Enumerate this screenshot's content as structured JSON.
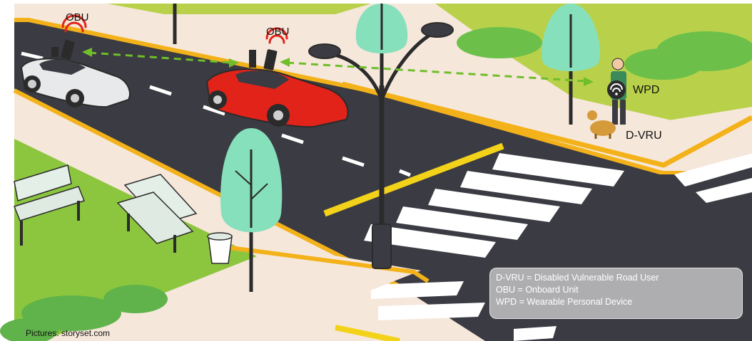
{
  "labels": {
    "obu_left": "OBU",
    "obu_center": "OBU",
    "wpd": "WPD",
    "dvru": "D-VRU"
  },
  "legend": [
    "D-VRU = Disabled Vulnerable Road User",
    "OBU = Onboard Unit",
    "WPD = Wearable Personal Device"
  ],
  "credit": "Pictures: storyset.com",
  "colors": {
    "road": "#3b3b43",
    "sidewalk": "#f6e7db",
    "curb": "#f3b21a",
    "grass": "#8cc63f",
    "tree": "#86e0bb",
    "car_white": "#e8e9ea",
    "car_red": "#e2231a",
    "signal": "#e2231a",
    "link_arrow": "#6fbe2a"
  }
}
